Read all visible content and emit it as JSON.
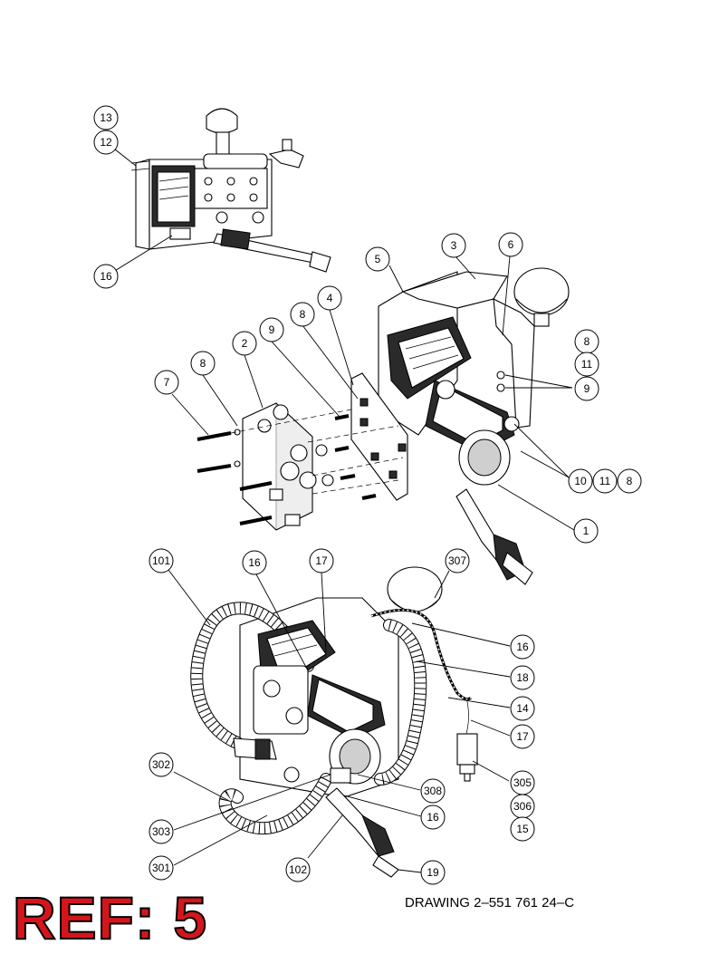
{
  "callouts": {
    "view_top": [
      "13",
      "12",
      "16"
    ],
    "view_middle": [
      "5",
      "3",
      "6",
      "4",
      "8",
      "9",
      "2",
      "8",
      "7",
      "8",
      "11",
      "9",
      "10",
      "11",
      "8",
      "1"
    ],
    "view_bottom": [
      "101",
      "16",
      "17",
      "307",
      "16",
      "18",
      "14",
      "17",
      "302",
      "308",
      "305",
      "306",
      "303",
      "16",
      "15",
      "301",
      "102",
      "19"
    ]
  },
  "drawing_number": "DRAWING  2–551 761 24–C",
  "ref_label": "REF: 5",
  "colors": {
    "ref_fill": "#d4161c",
    "ink": "#000000",
    "paper": "#ffffff"
  }
}
